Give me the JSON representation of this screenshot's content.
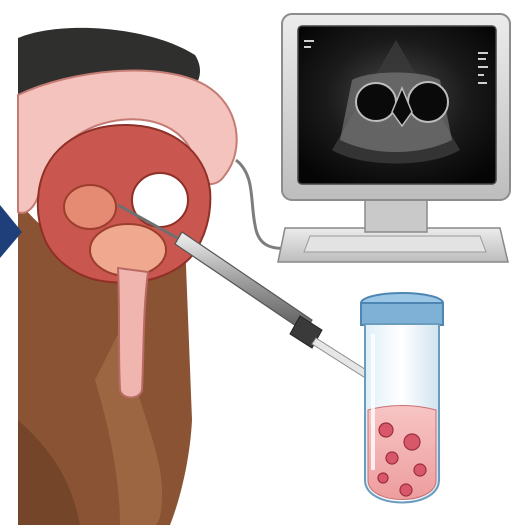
{
  "image": {
    "has_visible_text": false
  },
  "figure": {
    "elements": [
      "animal-anatomy",
      "ultrasound-monitor",
      "biopsy-needle",
      "sample-vial"
    ]
  },
  "colors": {
    "background": "#ffffff",
    "hair_dark": "#2f2f2d",
    "hide_brown": "#8a5434",
    "tissue_pink": "#e9a3a0",
    "tissue_red": "#c9574f",
    "monitor_frame": "#d6d6d6",
    "screen_dark": "#111111",
    "liquid_pink": "#f2b5b5",
    "cap_blue": "#7fb0d6",
    "accent_navy": "#1f3f7a"
  }
}
